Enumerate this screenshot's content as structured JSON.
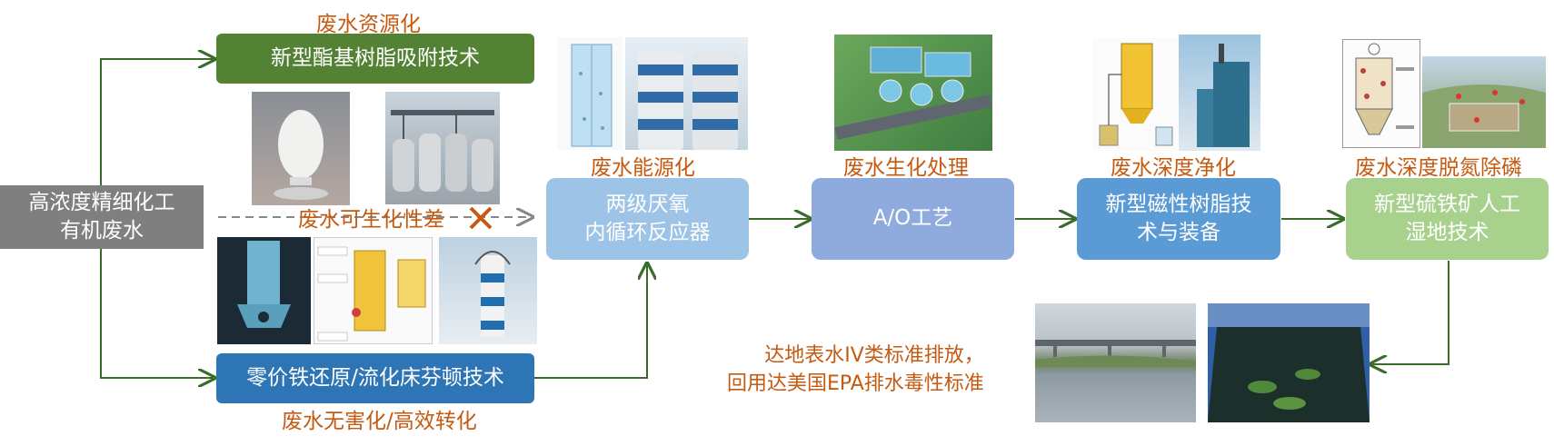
{
  "source": {
    "label": "高浓度精细化工\n有机废水"
  },
  "top_branch": {
    "title": "废水资源化",
    "tech": "新型酯基树脂吸附技术"
  },
  "middle_note": {
    "text": "废水可生化性差"
  },
  "bottom_branch": {
    "tech": "零价铁还原/流化床芬顿技术",
    "title": "废水无害化/高效转化"
  },
  "steps": [
    {
      "title": "废水能源化",
      "tech": "两级厌氧\n内循环反应器"
    },
    {
      "title": "废水生化处理",
      "tech": "A/O工艺"
    },
    {
      "title": "废水深度净化",
      "tech": "新型磁性树脂技\n术与装备"
    },
    {
      "title": "废水深度脱氮除磷",
      "tech": "新型硫铁矿人工\n湿地技术"
    }
  ],
  "outcome": {
    "text": "达地表水IV类标准排放，\n回用达美国EPA排水毒性标准"
  },
  "colors": {
    "source_box": "#7f7f7f",
    "top_box": "#548235",
    "bottom_box": "#2e75b6",
    "step1": "#9dc3e6",
    "step2": "#8faadc",
    "step3": "#5b9bd5",
    "step4": "#a9d18e",
    "arrow": "#3a6b2a",
    "label": "#c55a11",
    "cross": "#c55a11"
  }
}
